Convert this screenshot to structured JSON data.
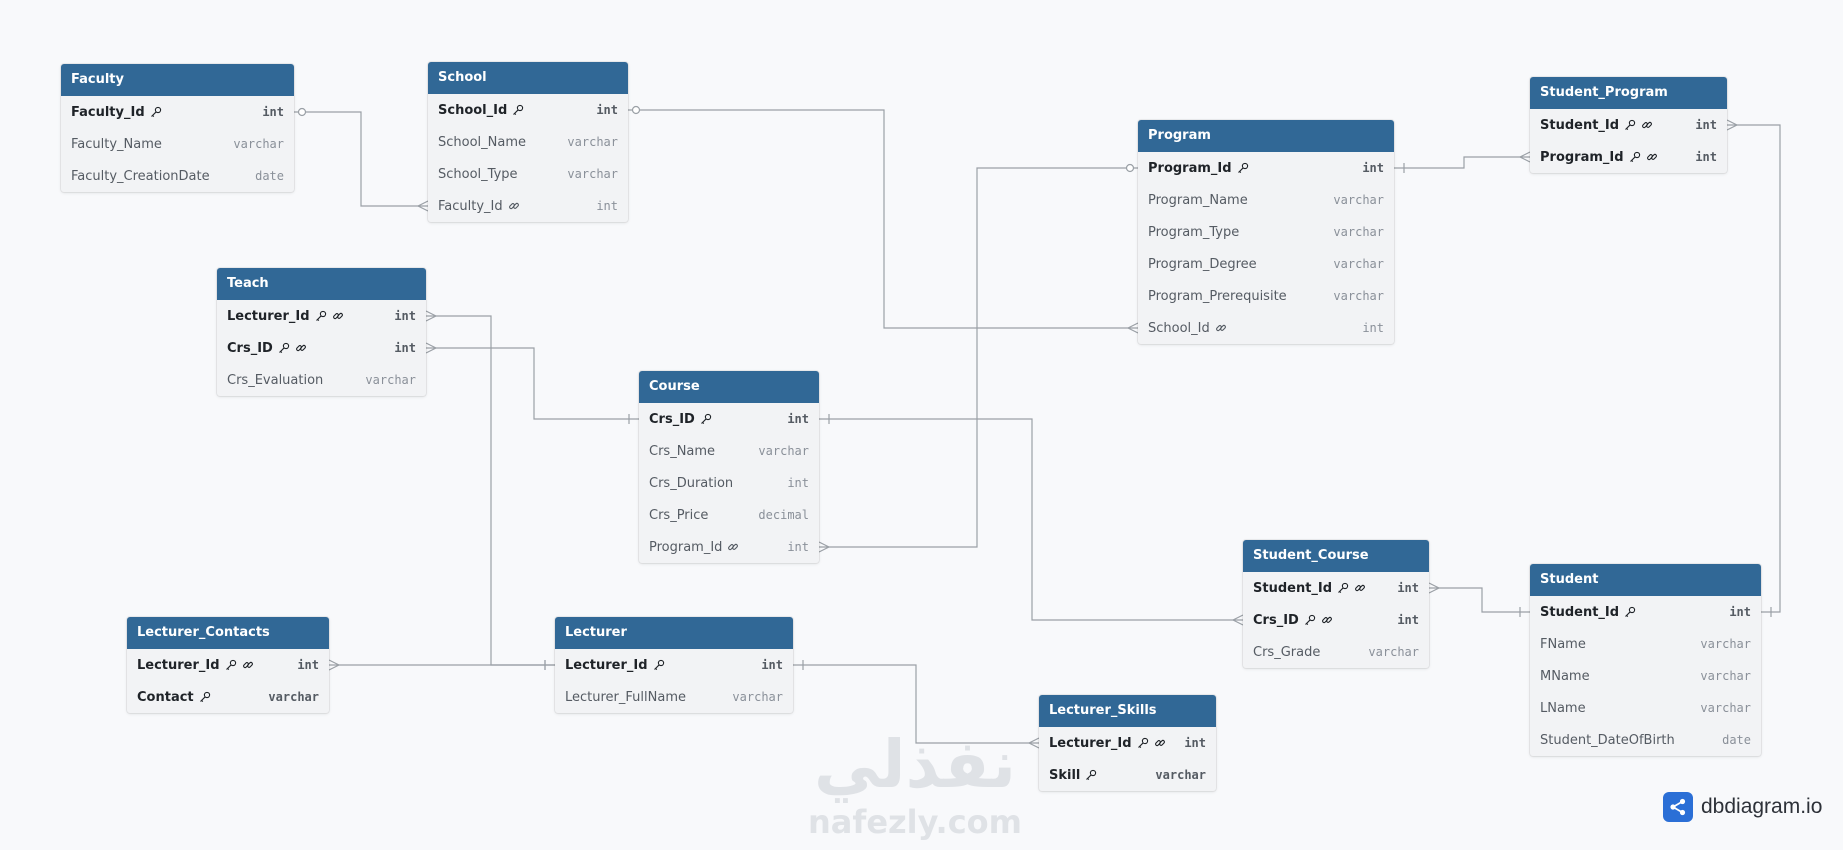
{
  "tables": [
    {
      "id": "faculty",
      "name": "Faculty",
      "fields": [
        {
          "name": "Faculty_Id",
          "type": "int",
          "pk": true,
          "icons": [
            "key"
          ]
        },
        {
          "name": "Faculty_Name",
          "type": "varchar",
          "pk": false,
          "icons": []
        },
        {
          "name": "Faculty_CreationDate",
          "type": "date",
          "pk": false,
          "icons": []
        }
      ]
    },
    {
      "id": "school",
      "name": "School",
      "fields": [
        {
          "name": "School_Id",
          "type": "int",
          "pk": true,
          "icons": [
            "key"
          ]
        },
        {
          "name": "School_Name",
          "type": "varchar",
          "pk": false,
          "icons": []
        },
        {
          "name": "School_Type",
          "type": "varchar",
          "pk": false,
          "icons": []
        },
        {
          "name": "Faculty_Id",
          "type": "int",
          "pk": false,
          "icons": [
            "link"
          ]
        }
      ]
    },
    {
      "id": "program",
      "name": "Program",
      "fields": [
        {
          "name": "Program_Id",
          "type": "int",
          "pk": true,
          "icons": [
            "key"
          ]
        },
        {
          "name": "Program_Name",
          "type": "varchar",
          "pk": false,
          "icons": []
        },
        {
          "name": "Program_Type",
          "type": "varchar",
          "pk": false,
          "icons": []
        },
        {
          "name": "Program_Degree",
          "type": "varchar",
          "pk": false,
          "icons": []
        },
        {
          "name": "Program_Prerequisite",
          "type": "varchar",
          "pk": false,
          "icons": []
        },
        {
          "name": "School_Id",
          "type": "int",
          "pk": false,
          "icons": [
            "link"
          ]
        }
      ]
    },
    {
      "id": "student_program",
      "name": "Student_Program",
      "fields": [
        {
          "name": "Student_Id",
          "type": "int",
          "pk": true,
          "icons": [
            "key",
            "link"
          ]
        },
        {
          "name": "Program_Id",
          "type": "int",
          "pk": true,
          "icons": [
            "key",
            "link"
          ]
        }
      ]
    },
    {
      "id": "teach",
      "name": "Teach",
      "fields": [
        {
          "name": "Lecturer_Id",
          "type": "int",
          "pk": true,
          "icons": [
            "key",
            "link"
          ]
        },
        {
          "name": "Crs_ID",
          "type": "int",
          "pk": true,
          "icons": [
            "key",
            "link"
          ]
        },
        {
          "name": "Crs_Evaluation",
          "type": "varchar",
          "pk": false,
          "icons": []
        }
      ]
    },
    {
      "id": "course",
      "name": "Course",
      "fields": [
        {
          "name": "Crs_ID",
          "type": "int",
          "pk": true,
          "icons": [
            "key"
          ]
        },
        {
          "name": "Crs_Name",
          "type": "varchar",
          "pk": false,
          "icons": []
        },
        {
          "name": "Crs_Duration",
          "type": "int",
          "pk": false,
          "icons": []
        },
        {
          "name": "Crs_Price",
          "type": "decimal",
          "pk": false,
          "icons": []
        },
        {
          "name": "Program_Id",
          "type": "int",
          "pk": false,
          "icons": [
            "link"
          ]
        }
      ]
    },
    {
      "id": "student_course",
      "name": "Student_Course",
      "fields": [
        {
          "name": "Student_Id",
          "type": "int",
          "pk": true,
          "icons": [
            "key",
            "link"
          ]
        },
        {
          "name": "Crs_ID",
          "type": "int",
          "pk": true,
          "icons": [
            "key",
            "link"
          ]
        },
        {
          "name": "Crs_Grade",
          "type": "varchar",
          "pk": false,
          "icons": []
        }
      ]
    },
    {
      "id": "student",
      "name": "Student",
      "fields": [
        {
          "name": "Student_Id",
          "type": "int",
          "pk": true,
          "icons": [
            "key"
          ]
        },
        {
          "name": "FName",
          "type": "varchar",
          "pk": false,
          "icons": []
        },
        {
          "name": "MName",
          "type": "varchar",
          "pk": false,
          "icons": []
        },
        {
          "name": "LName",
          "type": "varchar",
          "pk": false,
          "icons": []
        },
        {
          "name": "Student_DateOfBirth",
          "type": "date",
          "pk": false,
          "icons": []
        }
      ]
    },
    {
      "id": "lecturer_contacts",
      "name": "Lecturer_Contacts",
      "fields": [
        {
          "name": "Lecturer_Id",
          "type": "int",
          "pk": true,
          "icons": [
            "key",
            "link"
          ]
        },
        {
          "name": "Contact",
          "type": "varchar",
          "pk": true,
          "icons": [
            "key"
          ]
        }
      ]
    },
    {
      "id": "lecturer",
      "name": "Lecturer",
      "fields": [
        {
          "name": "Lecturer_Id",
          "type": "int",
          "pk": true,
          "icons": [
            "key"
          ]
        },
        {
          "name": "Lecturer_FullName",
          "type": "varchar",
          "pk": false,
          "icons": []
        }
      ]
    },
    {
      "id": "lecturer_skills",
      "name": "Lecturer_Skills",
      "fields": [
        {
          "name": "Lecturer_Id",
          "type": "int",
          "pk": true,
          "icons": [
            "key",
            "link"
          ]
        },
        {
          "name": "Skill",
          "type": "varchar",
          "pk": true,
          "icons": [
            "key"
          ]
        }
      ]
    }
  ],
  "relations": [
    {
      "from": "faculty.Faculty_Id",
      "to": "school.Faculty_Id",
      "kind": "one-to-many"
    },
    {
      "from": "school.School_Id",
      "to": "program.School_Id",
      "kind": "one-to-many"
    },
    {
      "from": "program.Program_Id",
      "to": "course.Program_Id",
      "kind": "one-to-many"
    },
    {
      "from": "program.Program_Id",
      "to": "student_program.Program_Id",
      "kind": "one-to-many"
    },
    {
      "from": "student.Student_Id",
      "to": "student_program.Student_Id",
      "kind": "one-to-many"
    },
    {
      "from": "course.Crs_ID",
      "to": "teach.Crs_ID",
      "kind": "one-to-many"
    },
    {
      "from": "course.Crs_ID",
      "to": "student_course.Crs_ID",
      "kind": "one-to-many"
    },
    {
      "from": "student.Student_Id",
      "to": "student_course.Student_Id",
      "kind": "one-to-many"
    },
    {
      "from": "lecturer.Lecturer_Id",
      "to": "teach.Lecturer_Id",
      "kind": "one-to-many"
    },
    {
      "from": "lecturer.Lecturer_Id",
      "to": "lecturer_contacts.Lecturer_Id",
      "kind": "one-to-many"
    },
    {
      "from": "lecturer.Lecturer_Id",
      "to": "lecturer_skills.Lecturer_Id",
      "kind": "one-to-many"
    }
  ],
  "watermark": {
    "arabic": "نفذلي",
    "latin": "nafezly.com"
  },
  "brand": {
    "name": "dbdiagram.io",
    "icon": "share-nodes-icon"
  },
  "colors": {
    "header": "#316896",
    "background": "#f8f9fb",
    "line": "#9aa0a6",
    "brand": "#2b6fd6"
  }
}
